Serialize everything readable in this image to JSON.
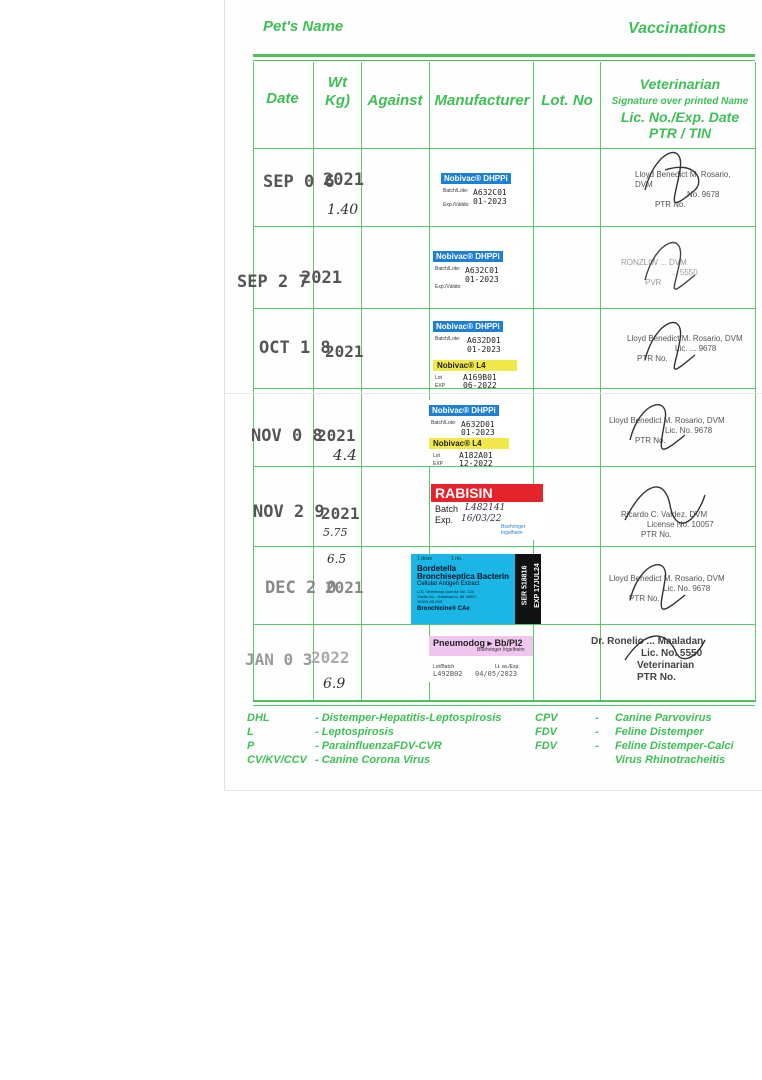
{
  "header": {
    "pets_name": "Pet's Name",
    "vaccinations": "Vaccinations"
  },
  "columns": {
    "date": "Date",
    "wt_line1": "Wt",
    "wt_line2": "Kg)",
    "against": "Against",
    "manufacturer": "Manufacturer",
    "lot": "Lot. No",
    "vet_line1": "Veterinarian",
    "vet_line2": "Signature over printed Name",
    "vet_line3": "Lic. No./Exp. Date",
    "vet_line4": "PTR / TIN"
  },
  "rows": [
    {
      "date_md": "SEP 0 6",
      "date_y": "2021",
      "weight": "1.40",
      "label": {
        "brand": "Nobivac® DHPPi",
        "batch_label": "Batch/Lote:",
        "batch": "A632C01",
        "exp": "01-2023",
        "exp_label": "Exp./Válido:"
      },
      "vet": {
        "name": "Lloyd Benedict M. Rosario, DVM",
        "lic": "No. 9678",
        "ptr": "PTR No."
      }
    },
    {
      "date_md": "SEP 2 7",
      "date_y": "2021",
      "weight": "",
      "label": {
        "brand": "Nobivac® DHPPi",
        "batch_label": "Batch/Lote:",
        "batch": "A632C01",
        "exp": "01-2023",
        "exp_label": "Exp./Válido:"
      },
      "vet": {
        "name": "RONZLIW ... DVM",
        "lic": "... 5550",
        "ptr": "PVR"
      }
    },
    {
      "date_md": "OCT 1 8",
      "date_y": "2021",
      "weight": "",
      "label": {
        "brand": "Nobivac® DHPPi",
        "batch_label": "Batch/Lote:",
        "batch": "A632D01",
        "exp": "01-2023",
        "brand2": "Nobivac® L4",
        "lot_label": "Lot",
        "exp_label2": "EXP",
        "lot2": "A169B01",
        "exp2": "06-2022"
      },
      "vet": {
        "name": "Lloyd Benedict M. Rosario, DVM",
        "lic": "Lic. ... 9678",
        "ptr": "PTR No."
      }
    },
    {
      "date_md": "NOV 0 8",
      "date_y": "2021",
      "weight": "4.4",
      "label": {
        "brand": "Nobivac® DHPPi",
        "batch_label": "Batch/Lote:",
        "batch": "A632D01",
        "exp": "01-2023",
        "brand2": "Nobivac® L4",
        "lot_label": "Lot",
        "exp_label2": "EXP",
        "lot2": "A182A01",
        "exp2": "12-2022"
      },
      "vet": {
        "name": "Lloyd Benedict M. Rosario, DVM",
        "lic": "Lic. No. 9678",
        "ptr": "PTR No."
      }
    },
    {
      "date_md": "NOV 2 9",
      "date_y": "2021",
      "weight": "5.75",
      "label": {
        "brand": "RABISIN",
        "batch_label": "Batch",
        "exp_label": "Exp.",
        "batch": "L482141",
        "exp": "16/03/22",
        "maker": "Boehringer Ingelheim"
      },
      "vet": {
        "name": "Ricardo C. Valdez, DVM",
        "lic": "License No. 10057",
        "ptr": "PTR No."
      }
    },
    {
      "date_md": "DEC 2 0",
      "date_y": "2021",
      "weight": "6.5",
      "label": {
        "dose": "1 dose",
        "ml": "1 mL",
        "title1": "Bordetella",
        "title2": "Bronchiseptica Bacterin",
        "subtitle": "Cellular Antigen Extract",
        "fine1": "U.S. Veterinary License No. 124",
        "fine2": "Zoetis Inc., Kalamazoo, MI 49007",
        "fine3": "10009-03-003",
        "brand": "Bronchicine® CAe",
        "ser": "SER 518816",
        "exp": "EXP 17JUL24"
      },
      "vet": {
        "name": "Lloyd Benedict M. Rosario, DVM",
        "lic": "Lic. No. 9678",
        "ptr": "PTR No."
      }
    },
    {
      "date_md": "JAN 0 3",
      "date_y": "2022",
      "weight": "6.9",
      "label": {
        "brand": "Pneumodog ▸ Bb/PI2",
        "maker": "Boehringer Ingelheim",
        "lot_label": "Lot/Batch",
        "exp_label": "Lt. av./Exp.",
        "lot": "L492B02",
        "exp": "04/05/2023"
      },
      "vet": {
        "name": "Dr. Ronelio ... Maaladan",
        "lic": "Lic. No. 5550",
        "title": "Veterinarian",
        "ptr": "PTR No."
      }
    }
  ],
  "legend": [
    {
      "code": "DHL",
      "desc": "- Distemper-Hepatitis-Leptospirosis",
      "code2": "CPV",
      "dash": "-",
      "desc2": "Canine Parvovirus"
    },
    {
      "code": "L",
      "desc": "- Leptospirosis",
      "code2": "FDV",
      "dash": "-",
      "desc2": "Feline Distemper"
    },
    {
      "code": "P",
      "desc": "- ParainfluenzaFDV-CVR",
      "code2": "FDV",
      "dash": "-",
      "desc2": "Feline Distemper-Calci"
    },
    {
      "code": "CV/KV/CCV",
      "desc": "- Canine Corona Virus",
      "code2": "",
      "dash": "",
      "desc2": "Virus Rhinotracheitis"
    }
  ],
  "colors": {
    "green": "#3fbf55",
    "nobivac_blue": "#1f7fd1",
    "l4_yellow": "#f2e84a",
    "rabisin_red": "#e3242b",
    "bordetella_cyan": "#1cb6e6",
    "pneumo_pink": "#f1c6ee"
  }
}
